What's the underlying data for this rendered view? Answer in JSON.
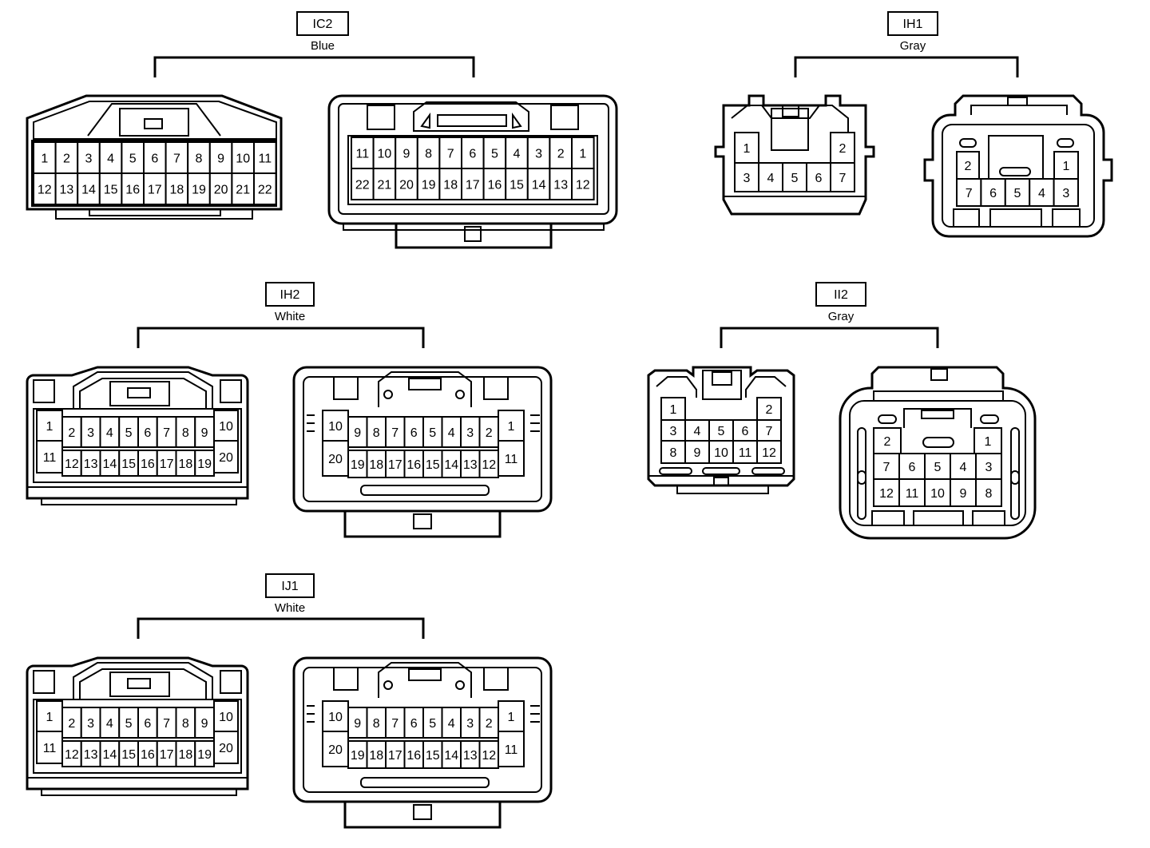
{
  "connectors": [
    {
      "key": "IC2",
      "id": "IC2",
      "color": "Blue",
      "left_pins": [
        [
          "1",
          "2",
          "3",
          "4",
          "5",
          "6",
          "7",
          "8",
          "9",
          "10",
          "11"
        ],
        [
          "12",
          "13",
          "14",
          "15",
          "16",
          "17",
          "18",
          "19",
          "20",
          "21",
          "22"
        ]
      ],
      "right_pins": [
        [
          "11",
          "10",
          "9",
          "8",
          "7",
          "6",
          "5",
          "4",
          "3",
          "2",
          "1"
        ],
        [
          "22",
          "21",
          "20",
          "19",
          "18",
          "17",
          "16",
          "15",
          "14",
          "13",
          "12"
        ]
      ]
    },
    {
      "key": "IH1",
      "id": "IH1",
      "color": "Gray",
      "left_pins": [
        "1",
        "2",
        "3",
        "4",
        "5",
        "6",
        "7"
      ],
      "right_pins": [
        "2",
        "1",
        "7",
        "6",
        "5",
        "4",
        "3"
      ]
    },
    {
      "key": "IH2",
      "id": "IH2",
      "color": "White",
      "left_pins": [
        "1",
        "10",
        "11",
        "20",
        [
          "2",
          "3",
          "4",
          "5",
          "6",
          "7",
          "8",
          "9"
        ],
        [
          "12",
          "13",
          "14",
          "15",
          "16",
          "17",
          "18",
          "19"
        ]
      ],
      "right_pins": [
        "10",
        "20",
        "1",
        "11",
        [
          "9",
          "8",
          "7",
          "6",
          "5",
          "4",
          "3",
          "2"
        ],
        [
          "19",
          "18",
          "17",
          "16",
          "15",
          "14",
          "13",
          "12"
        ]
      ]
    },
    {
      "key": "II2",
      "id": "II2",
      "color": "Gray",
      "left_pins": [
        "1",
        "2",
        [
          "3",
          "4",
          "5",
          "6",
          "7"
        ],
        [
          "8",
          "9",
          "10",
          "11",
          "12"
        ]
      ],
      "right_pins": [
        "2",
        "1",
        [
          "7",
          "6",
          "5",
          "4",
          "3"
        ],
        [
          "12",
          "11",
          "10",
          "9",
          "8"
        ]
      ]
    },
    {
      "key": "IJ1",
      "id": "IJ1",
      "color": "White",
      "left_pins": [
        "1",
        "10",
        "11",
        "20",
        [
          "2",
          "3",
          "4",
          "5",
          "6",
          "7",
          "8",
          "9"
        ],
        [
          "12",
          "13",
          "14",
          "15",
          "16",
          "17",
          "18",
          "19"
        ]
      ],
      "right_pins": [
        "10",
        "20",
        "1",
        "11",
        [
          "9",
          "8",
          "7",
          "6",
          "5",
          "4",
          "3",
          "2"
        ],
        [
          "19",
          "18",
          "17",
          "16",
          "15",
          "14",
          "13",
          "12"
        ]
      ]
    }
  ]
}
